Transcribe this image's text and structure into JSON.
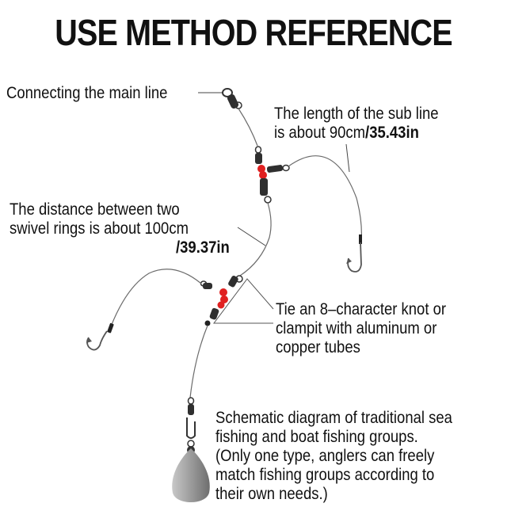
{
  "title": "USE METHOD REFERENCE",
  "labels": {
    "main_line": "Connecting the main line",
    "sub_line_1": "The length of the sub line",
    "sub_line_2": "is about 90cm",
    "sub_line_3": "/35.43in",
    "distance_1": "The distance between two",
    "distance_2": "swivel rings is about 100cm",
    "distance_3": "/39.37in",
    "knot_1": "Tie an 8–character knot or",
    "knot_2": "clampit with aluminum or",
    "knot_3": "copper tubes",
    "schematic_1": "Schematic diagram of traditional sea",
    "schematic_2": "fishing and boat fishing groups.",
    "schematic_3": "(Only one type, anglers can freely",
    "schematic_4": "match fishing groups according to",
    "schematic_5": "their own needs.)"
  },
  "colors": {
    "line": "#6b6b6b",
    "bead": "#e02020",
    "metal": "#3a3a3a",
    "sinker": "#a8a8a8"
  }
}
